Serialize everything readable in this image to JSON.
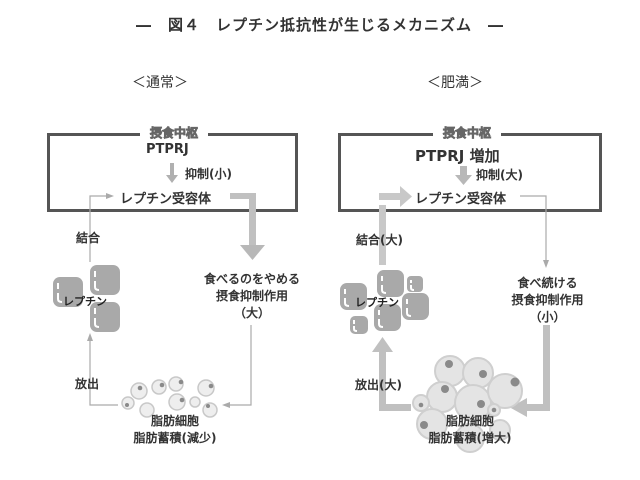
{
  "title": "―　図４　レプチン抵抗性が生じるメカニズム　―",
  "panels": [
    {
      "id": "normal",
      "heading": "＜通常＞",
      "box_label": "摂食中枢",
      "ptprj": "PTPRJ",
      "inhibition": "抑制(小)",
      "receptor": "レプチン受容体",
      "binding": "結合",
      "leptin": "レプチン",
      "effect_lines": [
        "食べるのをやめる",
        "摂食抑制作用",
        "（大）"
      ],
      "release": "放出",
      "fat_lines": [
        "脂肪細胞",
        "脂肪蓄積(減少)"
      ]
    },
    {
      "id": "obese",
      "heading": "＜肥満＞",
      "box_label": "摂食中枢",
      "ptprj": "PTPRJ 増加",
      "inhibition": "抑制(大)",
      "receptor": "レプチン受容体",
      "binding": "結合(大)",
      "leptin": "レプチン",
      "effect_lines": [
        "食べ続ける",
        "摂食抑制作用",
        "（小）"
      ],
      "release": "放出(大)",
      "fat_lines": [
        "脂肪細胞",
        "脂肪蓄積(増大)"
      ]
    }
  ],
  "colors": {
    "arrow_gray": "#b8b8b8",
    "arrow_light": "#c8c8c8",
    "box_border": "#555555",
    "leptin_fill": "#a9a9a9",
    "fat_cell_fill": "#e6e6e6",
    "nucleus": "#8a8a8a"
  }
}
